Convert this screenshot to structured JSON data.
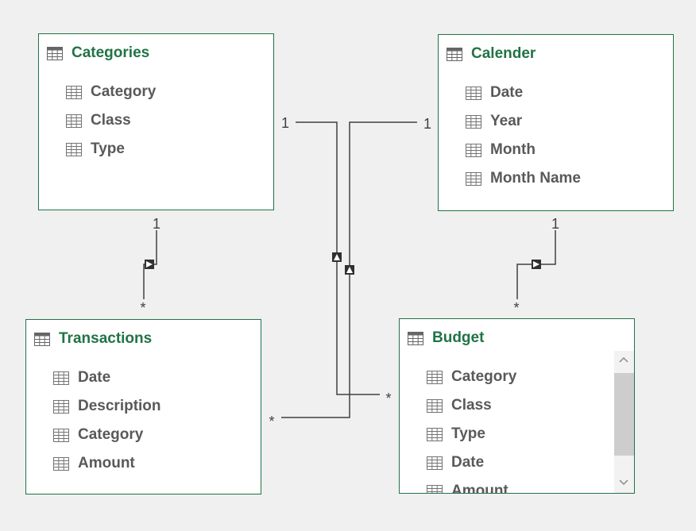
{
  "tables": {
    "categories": {
      "title": "Categories",
      "fields": [
        "Category",
        "Class",
        "Type"
      ]
    },
    "calender": {
      "title": "Calender",
      "fields": [
        "Date",
        "Year",
        "Month",
        "Month Name"
      ]
    },
    "transactions": {
      "title": "Transactions",
      "fields": [
        "Date",
        "Description",
        "Category",
        "Amount"
      ]
    },
    "budget": {
      "title": "Budget",
      "fields": [
        "Category",
        "Class",
        "Type",
        "Date",
        "Amount"
      ]
    }
  },
  "relationships": [
    {
      "one": "Categories",
      "many": "Transactions",
      "one_label": "1",
      "many_label": "*"
    },
    {
      "one": "Calender",
      "many": "Budget",
      "one_label": "1",
      "many_label": "*"
    },
    {
      "one": "Categories",
      "many": "Budget",
      "one_label": "1",
      "many_label": "*"
    },
    {
      "one": "Calender",
      "many": "Transactions",
      "one_label": "1",
      "many_label": "*"
    }
  ],
  "colors": {
    "table_border": "#217346",
    "title_text": "#217346",
    "field_text": "#595959",
    "line": "#404040",
    "background": "#f0f0f0"
  },
  "icons": {
    "table": "table-grid-icon",
    "field": "field-grid-icon",
    "scroll_up": "chevron-up-icon",
    "scroll_down": "chevron-down-icon"
  }
}
